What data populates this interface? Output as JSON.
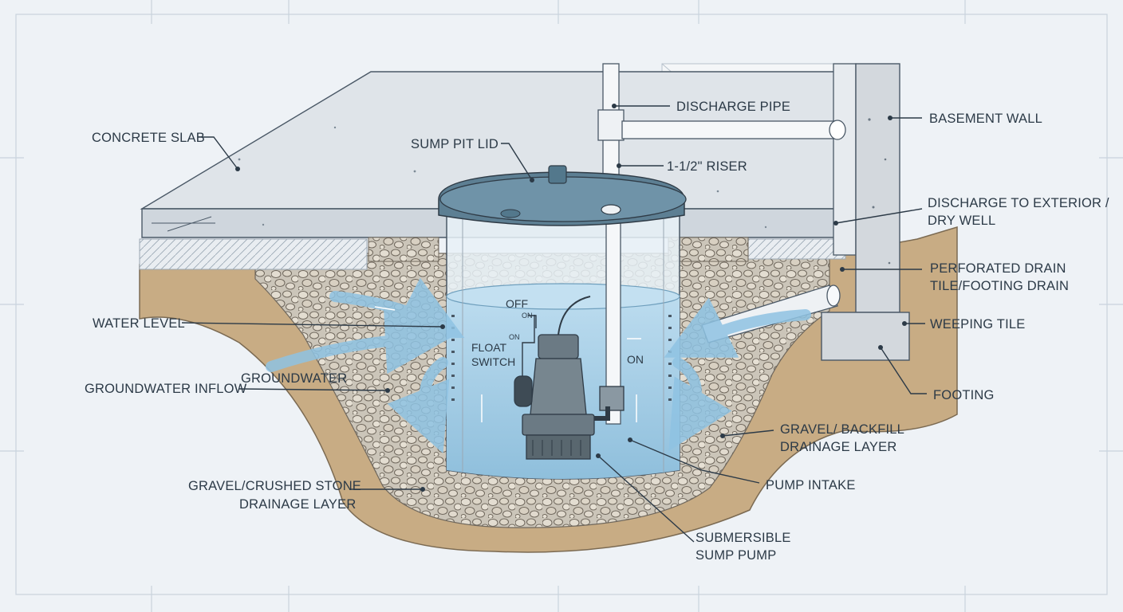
{
  "labels": {
    "concrete_slab": "CONCRETE SLAB",
    "sump_pit_lid": "SUMP PIT LID",
    "discharge_pipe": "DISCHARGE PIPE",
    "riser": "1-1/2\" RISER",
    "basement_wall": "BASEMENT WALL",
    "discharge_exterior_1": "DISCHARGE TO EXTERIOR /",
    "discharge_exterior_2": "DRY WELL",
    "perforated_1": "PERFORATED DRAIN",
    "perforated_2": "TILE/FOOTING DRAIN",
    "weeping_tile": "WEEPING TILE",
    "footing": "FOOTING",
    "gravel_backfill_1": "GRAVEL/ BACKFILL",
    "gravel_backfill_2": "DRAINAGE LAYER",
    "pump_intake": "PUMP INTAKE",
    "submersible_1": "SUBMERSIBLE",
    "submersible_2": "SUMP PUMP",
    "gravel_crushed_1": "GRAVEL/CRUSHED STONE",
    "gravel_crushed_2": "DRAINAGE LAYER",
    "groundwater_inflow": "GROUNDWATER INFLOW",
    "groundwater": "GROUNDWATER",
    "water_level": "WATER LEVEL",
    "float_switch_1": "FLOAT",
    "float_switch_2": "SWITCH",
    "off": "OFF",
    "on_small_1": "ON",
    "on_small_2": "ON",
    "on_right": "ON"
  },
  "colors": {
    "slab": "#d7dde3",
    "soil": "#c7ab82",
    "water": "#a9cfe6",
    "lid": "#5d7f93",
    "pump": "#6b7a84",
    "ink": "#2c3a47"
  }
}
